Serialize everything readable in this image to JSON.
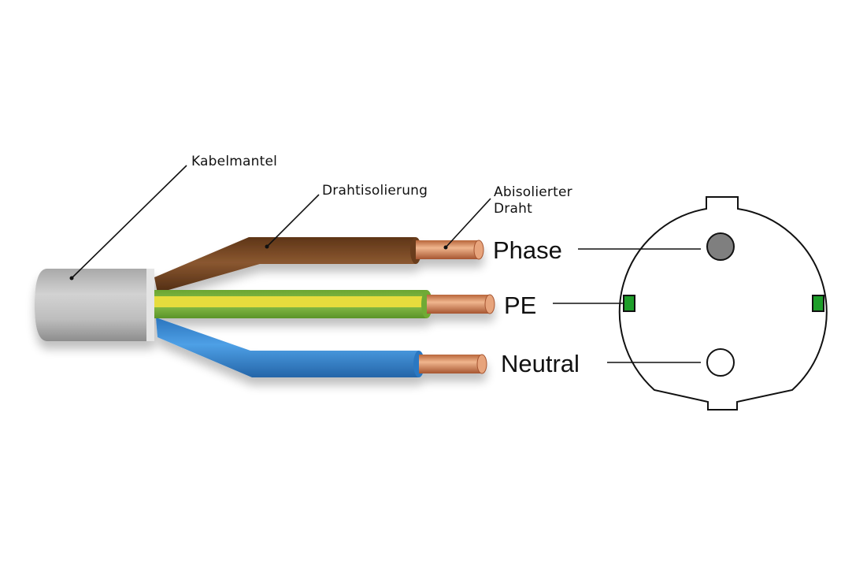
{
  "labels": {
    "kabelmantel": "Kabelmantel",
    "drahtisolierung": "Drahtisolierung",
    "abisolierter_line1": "Abisolierter",
    "abisolierter_line2": "Draht",
    "phase": "Phase",
    "pe": "PE",
    "neutral": "Neutral"
  },
  "colors": {
    "cable_jacket": "#c8c8c8",
    "phase_wire": "#7a4a25",
    "pe_wire_green": "#7ab33a",
    "pe_wire_yellow": "#e8dd3a",
    "neutral_wire": "#3b8fd8",
    "copper": "#d9895a",
    "socket_phase_hole": "#808080",
    "socket_neutral_hole": "#ffffff",
    "socket_ground_clip": "#1e9e2a"
  },
  "icons": [
    "socket-outlet-icon",
    "copper-conductor-icon",
    "cable-jacket-icon"
  ]
}
